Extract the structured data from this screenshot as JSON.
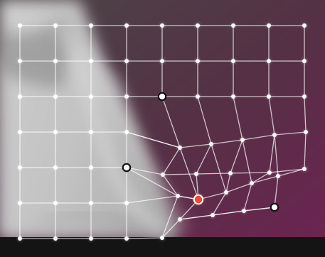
{
  "editor": {
    "tool": "mesh-warp",
    "mesh": {
      "columns": 9,
      "rows": 7,
      "line_color": "#ffffff",
      "point_color": "#ffffff",
      "anchor_point_color": "#111111",
      "active_point_color": "#ee4a2e"
    },
    "canvas": {
      "background_gradient": [
        "#4a3040",
        "#5f2a4c",
        "#6e2352"
      ],
      "image_highlight_color": "#c8c8c8",
      "bottom_bar_color": "#141414"
    },
    "points": {
      "anchors": 4,
      "active": 1
    }
  }
}
